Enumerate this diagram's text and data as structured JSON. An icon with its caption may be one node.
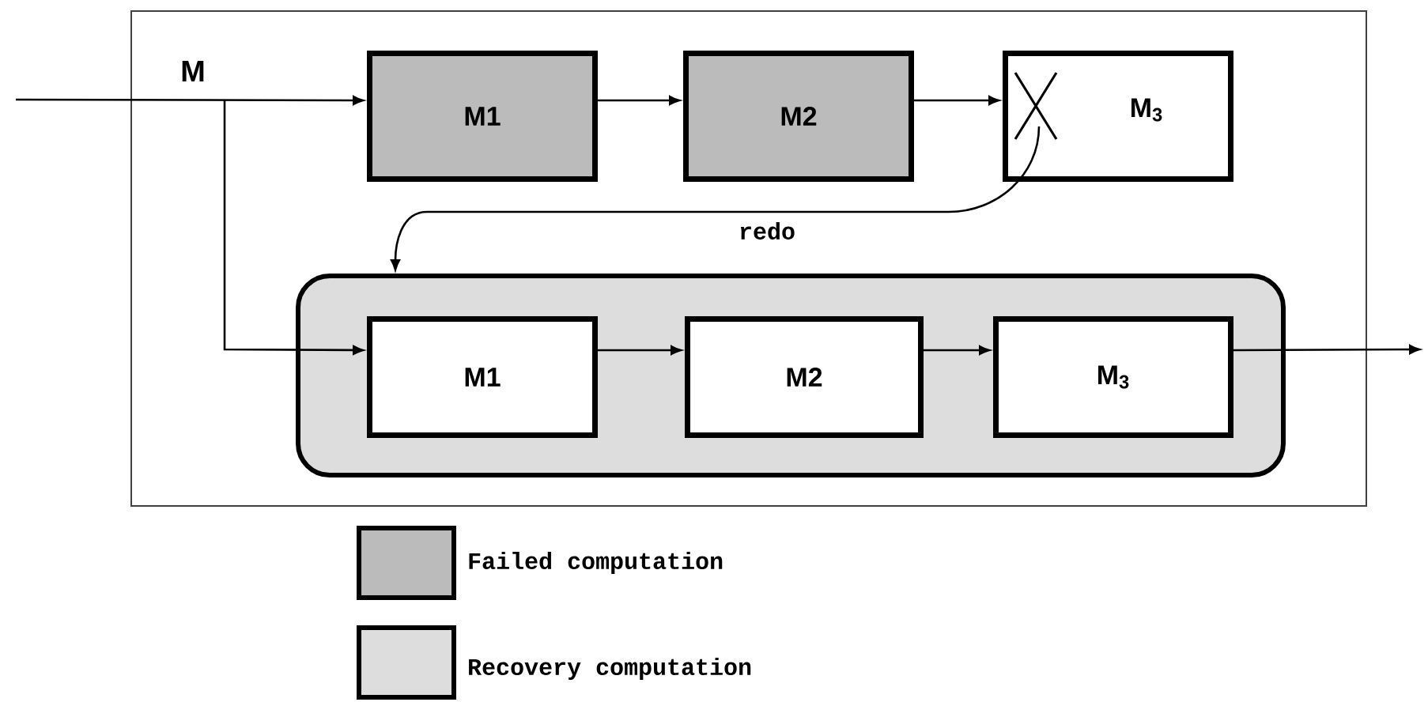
{
  "diagram": {
    "nodes": [
      {
        "text": [
          "M1"
        ]
      },
      {
        "text": [
          "M2"
        ]
      },
      {
        "text": [
          "M$_{3}$"
        ]
      },
      {
        "text": [],
        "shape": "box"
      },
      {
        "text": [
          "M1"
        ],
        "in": 3
      },
      {
        "text": [
          "M2"
        ],
        "in": 3
      },
      {
        "text": [
          "M$_{3}$"
        ],
        "in": 3
      }
    ],
    "edges": [
      {
        "from": null,
        "to": 0,
        "arrow": "to"
      },
      {
        "from": 0,
        "to": 1,
        "arrow": "to"
      },
      {
        "from": 1,
        "to": 2,
        "arrow": "to"
      },
      {
        "from": 2,
        "to": 3,
        "arrow": "to",
        "label": "redo"
      },
      {
        "from": null,
        "to": 4,
        "arrow": "to"
      },
      {
        "from": 4,
        "to": 5,
        "arrow": "to"
      },
      {
        "from": 5,
        "to": 6,
        "arrow": "to"
      },
      {
        "from": 6,
        "to": null,
        "arrow": "to"
      }
    ],
    "labels": [
      "M"
    ],
    "legend": [
      {
        "text": "Failed computation",
        "color": "#bbbbbb"
      },
      {
        "text": "Recovery computation",
        "color": "#dddddd"
      }
    ]
  }
}
